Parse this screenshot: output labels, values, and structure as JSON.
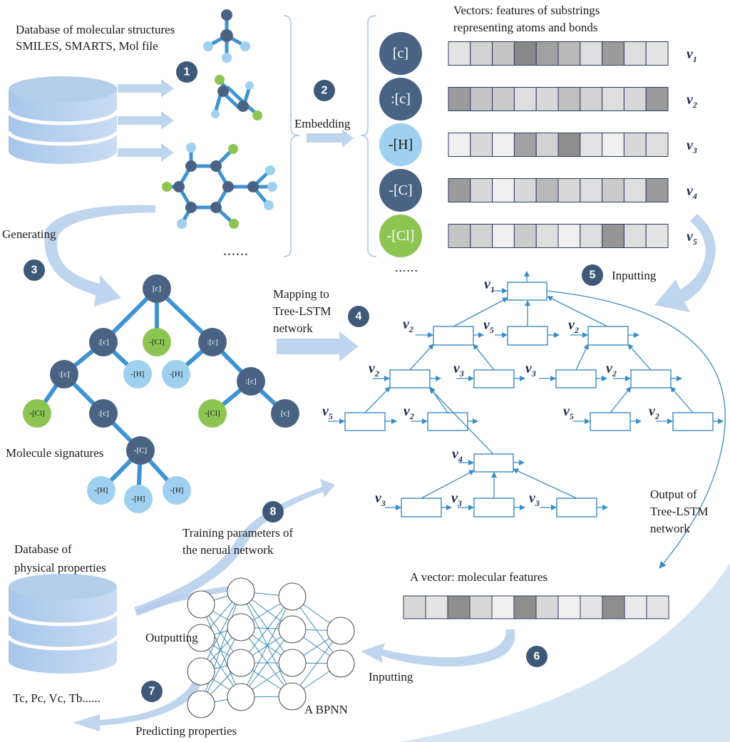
{
  "labels": {
    "database_molecular": [
      "Database of molecular structures",
      "SMILES, SMARTS, Mol file"
    ],
    "embedding": "Embedding",
    "vectors_title": [
      "Vectors: features of substrings",
      "representing atoms and bonds"
    ],
    "generating": "Generating",
    "mapping": [
      "Mapping to",
      "Tree-LSTM",
      "network"
    ],
    "inputting_top": "Inputting",
    "molecule_signatures": "Molecule signatures",
    "output_tree": [
      "Output of",
      "Tree-LSTM",
      "network"
    ],
    "training": [
      "Training parameters of",
      "the nerual network"
    ],
    "database_physical": [
      "Database of",
      "physical properties"
    ],
    "molecular_features": "A vector: molecular features",
    "outputting": "Outputting",
    "inputting_bottom": "Inputting",
    "properties_list": "Tc, Pc, Vc, Tb......",
    "predicting": "Predicting properties",
    "bpnn": "A BPNN",
    "ellipsis": "......"
  },
  "steps": [
    "1",
    "2",
    "3",
    "4",
    "5",
    "6",
    "7",
    "8"
  ],
  "tokens": [
    {
      "text": "[c]",
      "color": "#4a6384",
      "vector": "v",
      "sub": "1",
      "cells": [
        0.1,
        0.25,
        0.35,
        0.85,
        0.65,
        0.45,
        0.15,
        0.7,
        0.15,
        0.1
      ]
    },
    {
      "text": ":[c]",
      "color": "#4a6384",
      "vector": "v",
      "sub": "2",
      "cells": [
        0.7,
        0.35,
        0.3,
        0.15,
        0.2,
        0.4,
        0.25,
        0.15,
        0.2,
        0.7
      ]
    },
    {
      "text": "-[H]",
      "color": "#9fd0ef",
      "vector": "v",
      "sub": "3",
      "cells": [
        0.0,
        0.2,
        0.0,
        0.65,
        0.25,
        0.8,
        0.1,
        0.0,
        0.2,
        0.15
      ]
    },
    {
      "text": "-[C]",
      "color": "#4a6384",
      "vector": "v",
      "sub": "4",
      "cells": [
        0.7,
        0.2,
        0.0,
        0.2,
        0.45,
        0.2,
        0.15,
        0.3,
        0.15,
        0.7
      ]
    },
    {
      "text": "-[Cl]",
      "color": "#8dc553",
      "vector": "v",
      "sub": "5",
      "cells": [
        0.35,
        0.25,
        0.0,
        0.3,
        0.15,
        0.0,
        0.15,
        0.75,
        0.15,
        0.1
      ]
    }
  ],
  "tree_nodes": {
    "c": "[c]",
    "arc": ":[c]",
    "cl": "-[Cl]",
    "h": "-[H]",
    "C": "-[C]"
  },
  "molecular_features_cells": [
    0.2,
    0.1,
    0.8,
    0.2,
    0.0,
    0.8,
    0.2,
    0.0,
    0.1,
    0.8,
    0.05,
    0.1
  ],
  "lstm_labels": {
    "root": [
      "v",
      "1"
    ],
    "l2a": [
      "v",
      "2"
    ],
    "l2b": [
      "v",
      "5"
    ],
    "l2c": [
      "v",
      "2"
    ],
    "l3a": [
      "v",
      "2"
    ],
    "l3b": [
      "v",
      "3"
    ],
    "l3c": [
      "v",
      "3"
    ],
    "l3d": [
      "v",
      "2"
    ],
    "l4a": [
      "v",
      "5"
    ],
    "l4b": [
      "v",
      "2"
    ],
    "l4c": [
      "v",
      "5"
    ],
    "l4d": [
      "v",
      "2"
    ],
    "l5": [
      "v",
      "4"
    ],
    "l6a": [
      "v",
      "3"
    ],
    "l6b": [
      "v",
      "3"
    ],
    "l6c": [
      "v",
      "3"
    ]
  },
  "colors": {
    "dark_node": "#4a6384",
    "light_node": "#9fd0ef",
    "green_node": "#8dc553",
    "bond": "#3f93d2",
    "flow": "#b4cdea",
    "step_circle": "#3e5878"
  }
}
